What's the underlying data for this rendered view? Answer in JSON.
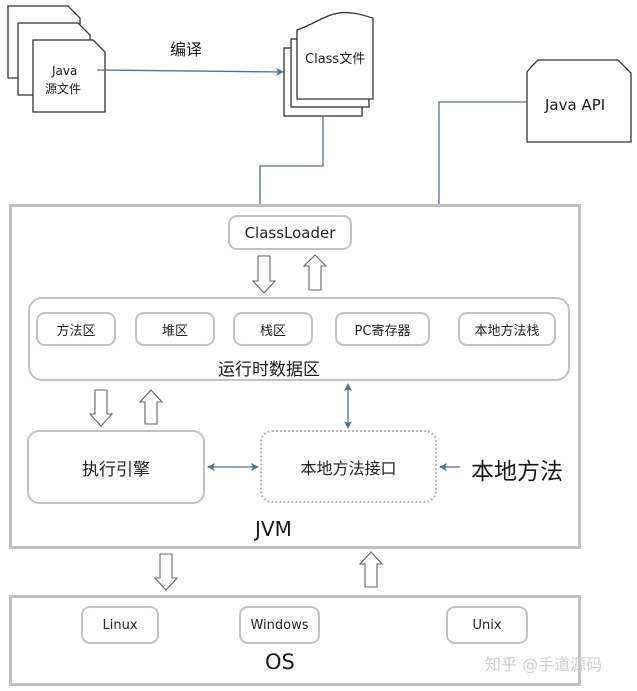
{
  "top": {
    "source_file_line1": "Java",
    "source_file_line2": "源文件",
    "compile_label": "编译",
    "class_file_label": "Class文件",
    "java_api_label": "Java API"
  },
  "jvm": {
    "label": "JVM",
    "class_loader": "ClassLoader",
    "runtime_data_area": {
      "label": "运行时数据区",
      "regions": [
        "方法区",
        "堆区",
        "栈区",
        "PC寄存器",
        "本地方法栈"
      ]
    },
    "execution_engine": "执行引擎",
    "native_interface": "本地方法接口",
    "native_methods": "本地方法"
  },
  "os": {
    "label": "OS",
    "systems": [
      "Linux",
      "Windows",
      "Unix"
    ]
  },
  "watermark": "知乎 @手道源码",
  "colors": {
    "connector": "#5a6f8f",
    "border": "#c0c0c0",
    "doc_outline": "#333333"
  }
}
